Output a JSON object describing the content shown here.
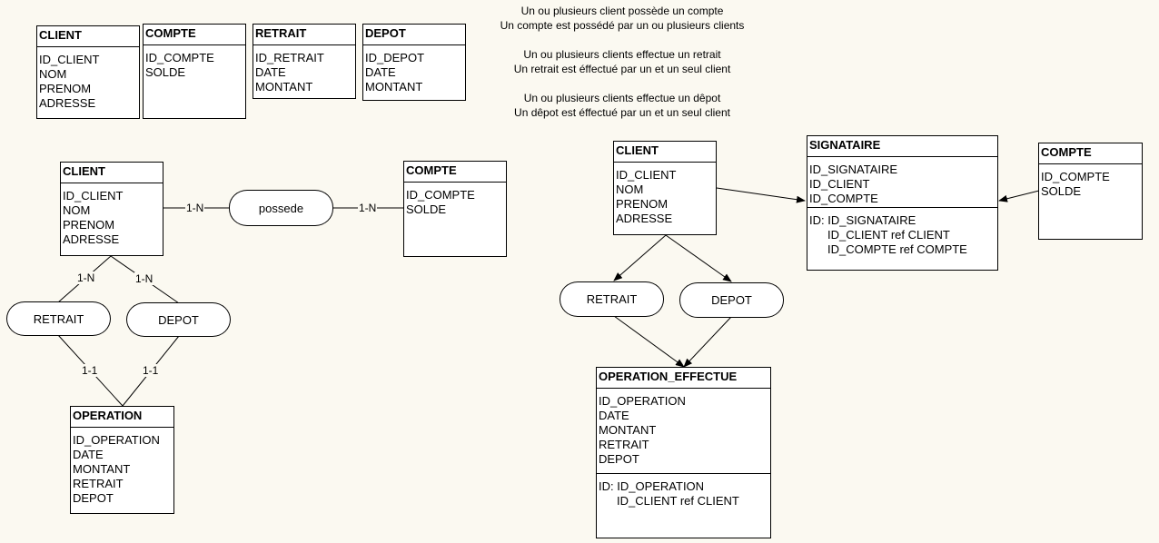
{
  "notes": [
    [
      "Un ou plusieurs client possède un compte",
      "Un compte est possédé par un ou plusieurs clients"
    ],
    [
      "Un ou plusieurs clients effectue un retrait",
      "Un retrait est éffectué par un et un seul client"
    ],
    [
      "Un ou plusieurs clients effectue un dêpot",
      "Un dêpot est éffectué par un et un seul client"
    ]
  ],
  "top_tables": {
    "client": {
      "title": "CLIENT",
      "attrs": [
        "ID_CLIENT",
        "NOM",
        "PRENOM",
        "ADRESSE"
      ]
    },
    "compte": {
      "title": "COMPTE",
      "attrs": [
        "ID_COMPTE",
        "SOLDE"
      ]
    },
    "retrait": {
      "title": "RETRAIT",
      "attrs": [
        "ID_RETRAIT",
        "DATE",
        "MONTANT"
      ]
    },
    "depot": {
      "title": "DEPOT",
      "attrs": [
        "ID_DEPOT",
        "DATE",
        "MONTANT"
      ]
    }
  },
  "left_diagram": {
    "client": {
      "title": "CLIENT",
      "attrs": [
        "ID_CLIENT",
        "NOM",
        "PRENOM",
        "ADRESSE"
      ]
    },
    "compte": {
      "title": "COMPTE",
      "attrs": [
        "ID_COMPTE",
        "SOLDE"
      ]
    },
    "operation": {
      "title": "OPERATION",
      "attrs": [
        "ID_OPERATION",
        "DATE",
        "MONTANT",
        "RETRAIT",
        "DEPOT"
      ]
    },
    "possede": "possede",
    "retrait": "RETRAIT",
    "depot": "DEPOT",
    "cards": {
      "client_possede": "1-N",
      "possede_compte": "1-N",
      "client_retrait": "1-N",
      "client_depot": "1-N",
      "retrait_operation": "1-1",
      "depot_operation": "1-1"
    }
  },
  "right_diagram": {
    "client": {
      "title": "CLIENT",
      "attrs": [
        "ID_CLIENT",
        "NOM",
        "PRENOM",
        "ADRESSE"
      ]
    },
    "signataire": {
      "title": "SIGNATAIRE",
      "attrs": [
        "ID_SIGNATAIRE",
        "ID_CLIENT",
        "ID_COMPTE"
      ],
      "ids": [
        "ID: ID_SIGNATAIRE",
        "ID_CLIENT ref CLIENT",
        "ID_COMPTE ref COMPTE"
      ]
    },
    "compte": {
      "title": "COMPTE",
      "attrs": [
        "ID_COMPTE",
        "SOLDE"
      ]
    },
    "operation": {
      "title": "OPERATION_EFFECTUE",
      "attrs": [
        "ID_OPERATION",
        "DATE",
        "MONTANT",
        "RETRAIT",
        "DEPOT"
      ],
      "ids": [
        "ID: ID_OPERATION",
        "ID_CLIENT ref CLIENT"
      ]
    },
    "retrait": "RETRAIT",
    "depot": "DEPOT"
  }
}
